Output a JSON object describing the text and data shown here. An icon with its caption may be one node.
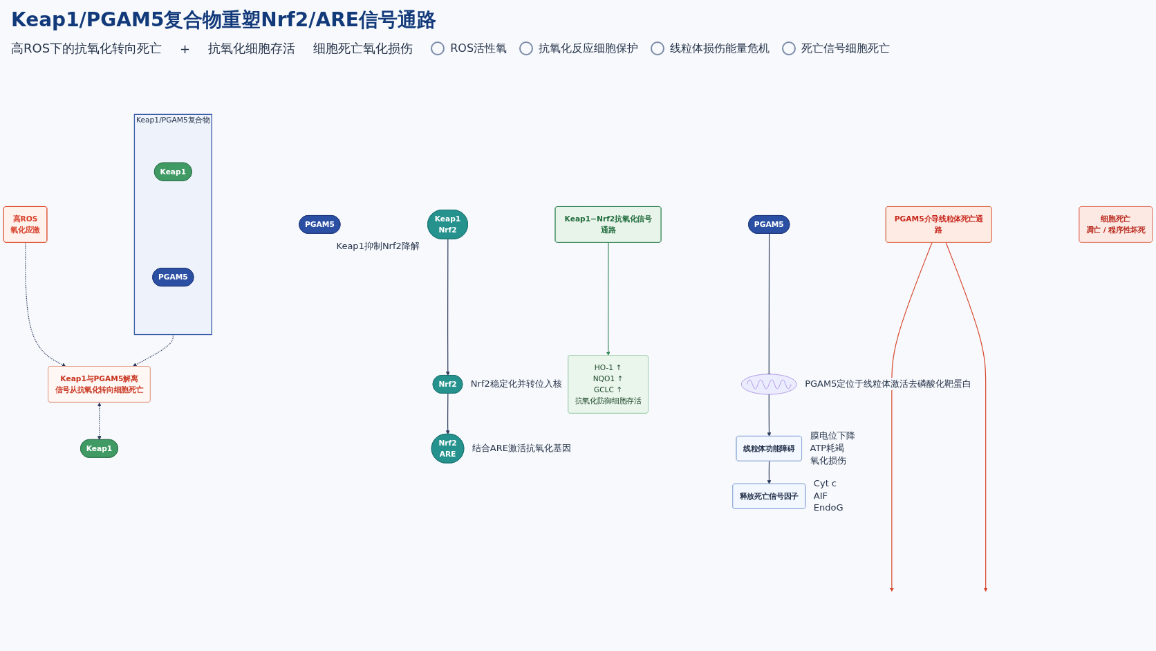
{
  "diagram": {
    "title": "Keap1/PGAM5复合物重塑Nrf2/ARE信号通路",
    "nodes": [
      {
        "text": [
          "Keap1/PGAM5复合物"
        ]
      },
      {
        "text": [
          "Keap1"
        ],
        "in": 0
      },
      {
        "text": [
          "PGAM5"
        ],
        "in": 0
      },
      {
        "text": [
          "高ROS",
          "氧化应激"
        ]
      },
      {
        "text": [
          "Keap1与PGAM5解离",
          "信号从抗氧化转向细胞死亡"
        ]
      },
      {
        "text": [
          "Keap1"
        ]
      },
      {
        "text": [
          "PGAM5"
        ]
      },
      {
        "text": [
          "Keap1−Nrf2抗氧化信号通路"
        ]
      },
      {
        "text": [
          "Keap1",
          "Nrf2"
        ],
        "beside": [
          "Keap1抑制Nrf2降解"
        ]
      },
      {
        "text": [
          "Nrf2"
        ],
        "beside": [
          "Nrf2稳定化并转位入核"
        ]
      },
      {
        "text": [
          "Nrf2",
          "ARE"
        ],
        "beside": [
          "结合ARE激活抗氧化基因"
        ]
      },
      {
        "text": [
          "HO-1 ↑",
          "NQO1 ↑",
          "GCLC ↑",
          "抗氧化防御细胞存活"
        ]
      },
      {
        "text": [
          "PGAM5介导线粒体死亡通路"
        ]
      },
      {
        "text": [
          "PGAM5"
        ]
      },
      {
        "text": [],
        "shape": "picture",
        "beside": [
          "PGAM5定位于线粒体激活去磷酸化靶蛋白"
        ]
      },
      {
        "text": [
          "线粒体功能障碍"
        ],
        "beside": [
          "膜电位下降",
          "ATP耗竭",
          "氧化损伤"
        ]
      },
      {
        "text": [
          "释放死亡信号因子"
        ],
        "beside": [
          "Cyt c",
          "AIF",
          "EndoG"
        ]
      },
      {
        "text": [
          "细胞死亡",
          "凋亡 / 程序性坏死"
        ]
      }
    ],
    "edges": [
      {
        "from": 0,
        "to": 4,
        "arrow": "to",
        "style": "dashed"
      },
      {
        "from": 3,
        "to": 4,
        "arrow": "to",
        "style": "dashed"
      },
      {
        "from": 4,
        "to": 5,
        "arrow": "both",
        "style": "dashed"
      },
      {
        "from": 7,
        "to": 11,
        "arrow": "to",
        "color": "#3a8a5c"
      },
      {
        "from": 8,
        "to": 9,
        "arrow": "to"
      },
      {
        "from": 9,
        "to": 10,
        "arrow": "to"
      },
      {
        "from": 12,
        "to": null,
        "arrow": "to",
        "color": "#d9452b"
      },
      {
        "from": 12,
        "to": null,
        "arrow": "to",
        "color": "#d9452b"
      },
      {
        "from": 13,
        "to": 14,
        "arrow": "to"
      },
      {
        "from": 14,
        "to": 15,
        "arrow": "to"
      },
      {
        "from": 15,
        "to": 16,
        "arrow": "to"
      }
    ],
    "labels": [
      "高ROS下的抗氧化转向死亡",
      "+",
      "抗氧化细胞存活",
      "细胞死亡氧化损伤"
    ],
    "legend": [
      {
        "text": "ROS活性氧"
      },
      {
        "text": "抗氧化反应细胞保护"
      },
      {
        "text": "线粒体损伤能量危机"
      },
      {
        "text": "死亡信号细胞死亡"
      }
    ]
  }
}
